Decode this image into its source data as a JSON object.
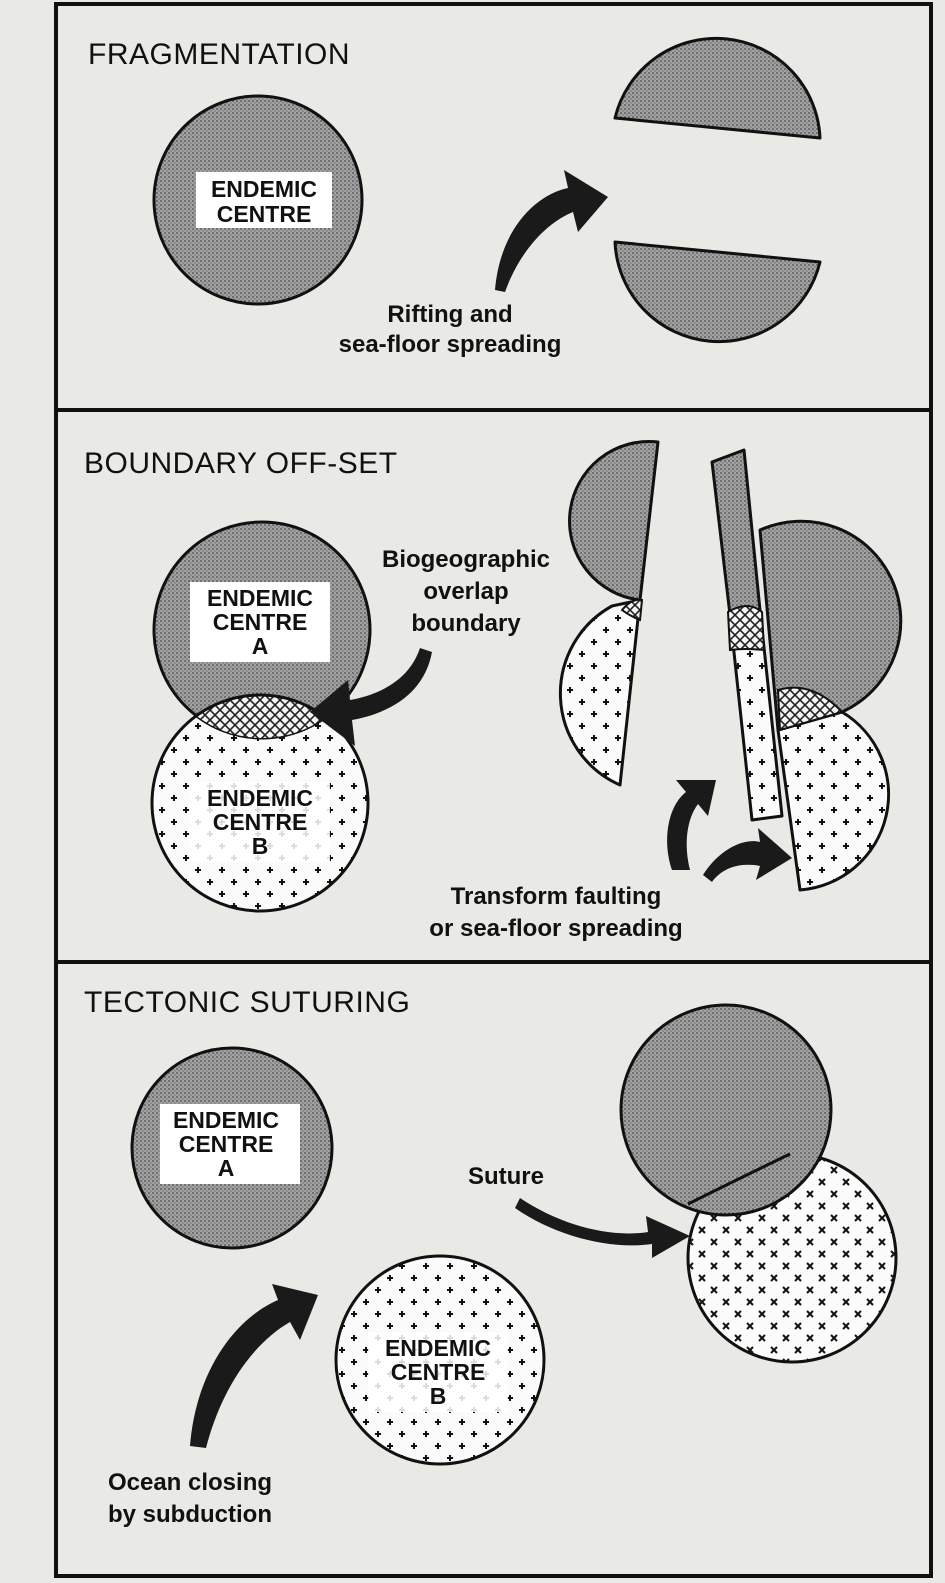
{
  "panels": {
    "fragmentation": {
      "title": "FRAGMENTATION",
      "centre_line1": "ENDEMIC",
      "centre_line2": "CENTRE",
      "caption_line1": "Rifting and",
      "caption_line2": "sea-floor spreading"
    },
    "boundary_offset": {
      "title": "BOUNDARY OFF-SET",
      "centre_a_line1": "ENDEMIC",
      "centre_a_line2": "CENTRE",
      "centre_a_line3": "A",
      "centre_b_line1": "ENDEMIC",
      "centre_b_line2": "CENTRE",
      "centre_b_line3": "B",
      "overlap_line1": "Biogeographic",
      "overlap_line2": "overlap",
      "overlap_line3": "boundary",
      "caption_line1": "Transform faulting",
      "caption_line2": "or sea-floor spreading"
    },
    "tectonic_suturing": {
      "title": "TECTONIC SUTURING",
      "centre_a_line1": "ENDEMIC",
      "centre_a_line2": "CENTRE",
      "centre_a_line3": "A",
      "centre_b_line1": "ENDEMIC",
      "centre_b_line2": "CENTRE",
      "centre_b_line3": "B",
      "suture_label": "Suture",
      "caption_line1": "Ocean closing",
      "caption_line2": "by subduction"
    }
  },
  "colors": {
    "stipple_region": "#8f8f8f",
    "cross_region": "#ffffff",
    "overlap_hatch": "#333333",
    "ink": "#111111",
    "paper": "#e9e9e6"
  }
}
